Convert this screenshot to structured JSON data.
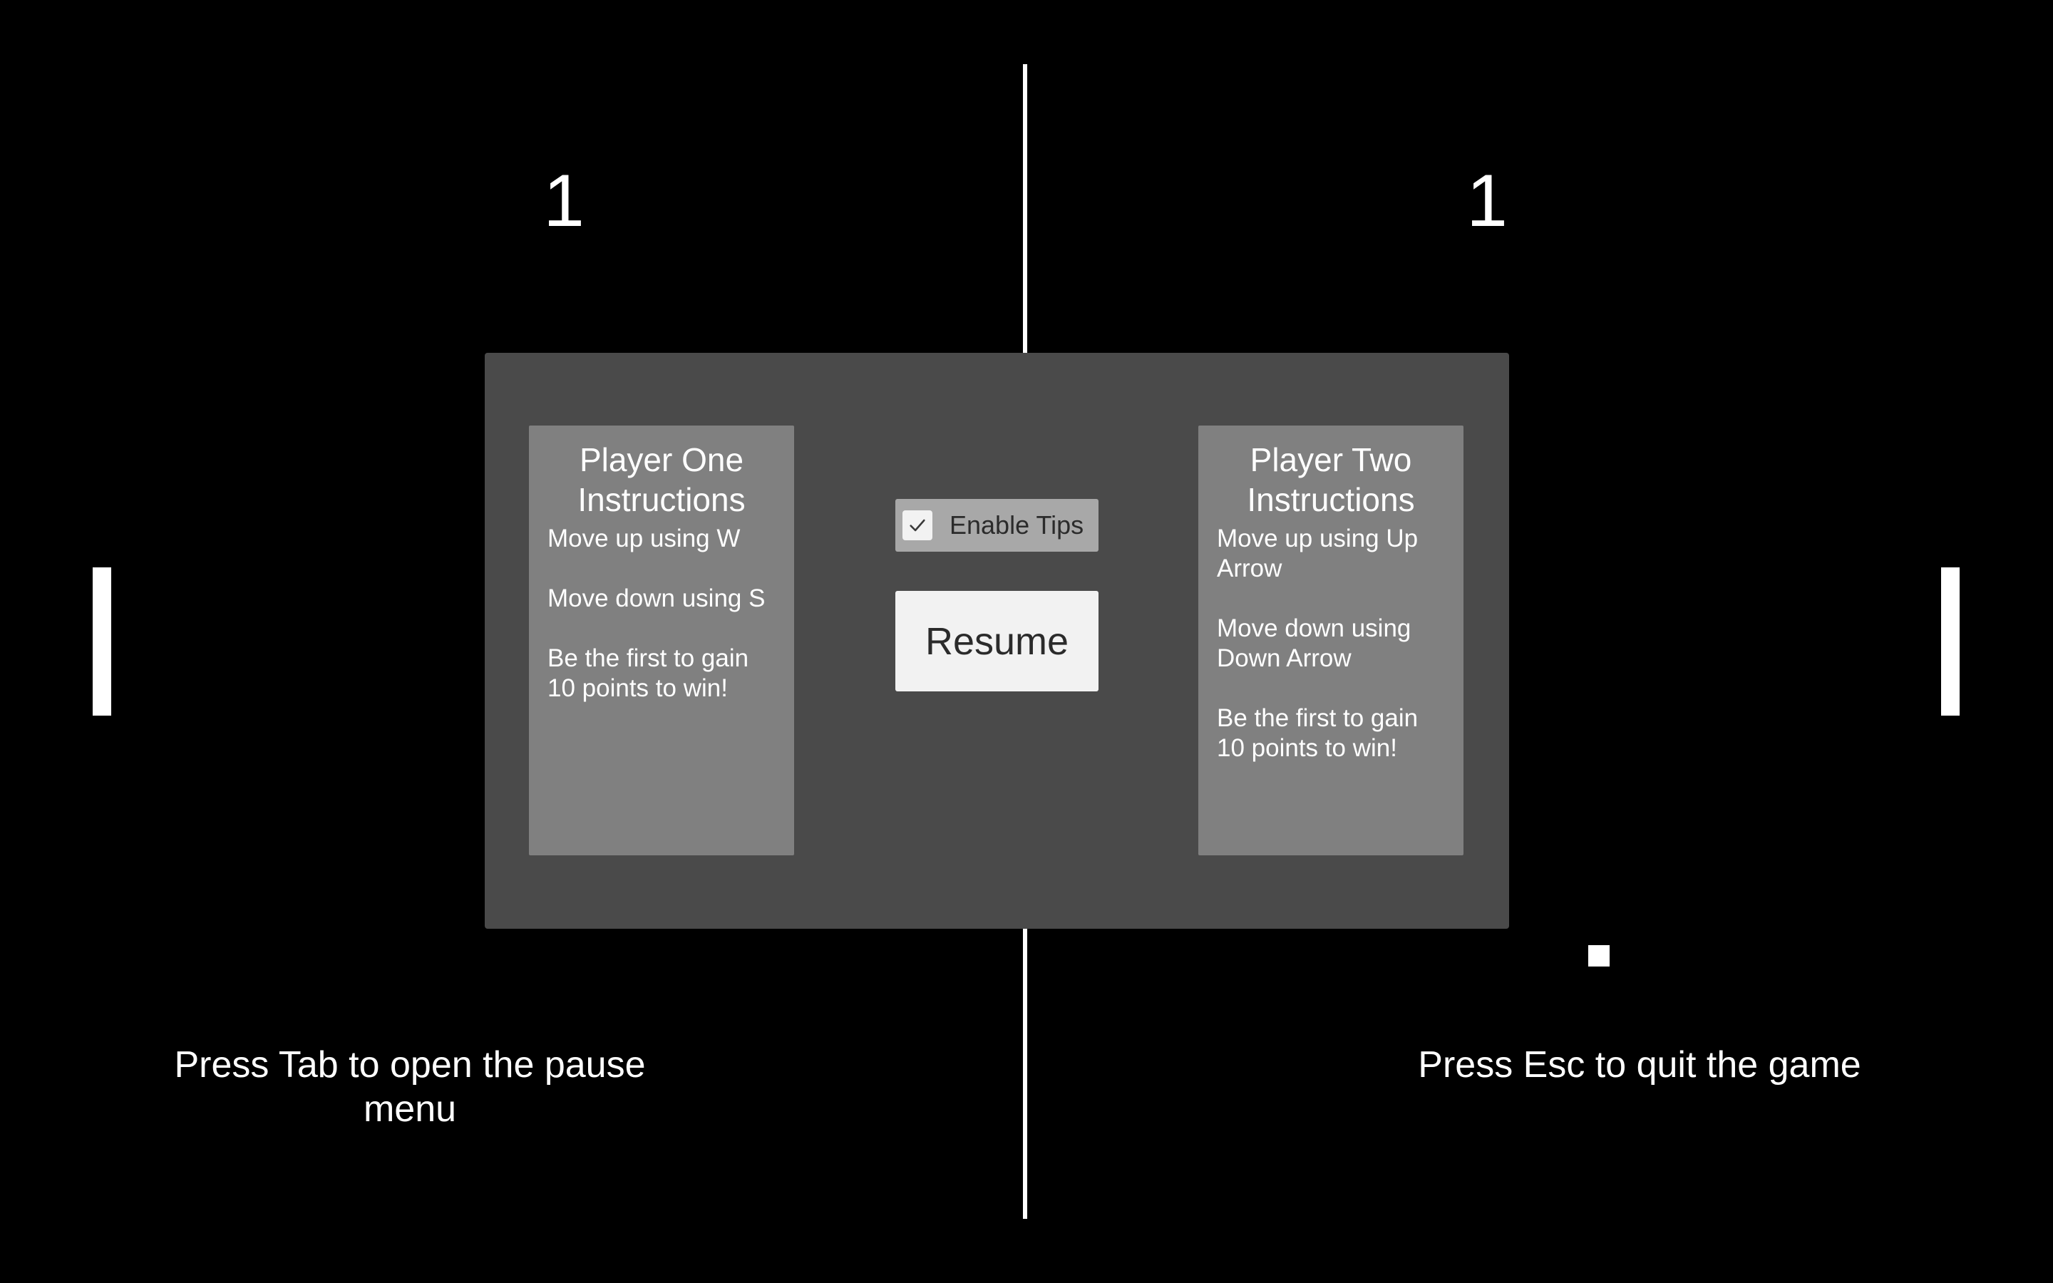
{
  "scores": {
    "player_one": "1",
    "player_two": "1"
  },
  "hints": {
    "left": "Press Tab to open the pause menu",
    "right": "Press Esc to quit the game"
  },
  "pause_menu": {
    "player_one": {
      "title": "Player One Instructions",
      "lines": [
        "Move up using W",
        "Move down using S",
        "Be the first to gain 10 points to win!"
      ]
    },
    "player_two": {
      "title": "Player Two Instructions",
      "lines": [
        "Move up using Up Arrow",
        "Move down using Down Arrow",
        "Be the first to gain 10 points to win!"
      ]
    },
    "enable_tips": {
      "label": "Enable Tips",
      "checked": true
    },
    "resume_label": "Resume"
  },
  "icons": {
    "checkbox": "checkmark-icon"
  },
  "colors": {
    "background": "#000000",
    "panel": "#4a4a4a",
    "instructions_panel": "#808080",
    "button": "#f2f2f2",
    "toggle": "#a8a8a8"
  }
}
